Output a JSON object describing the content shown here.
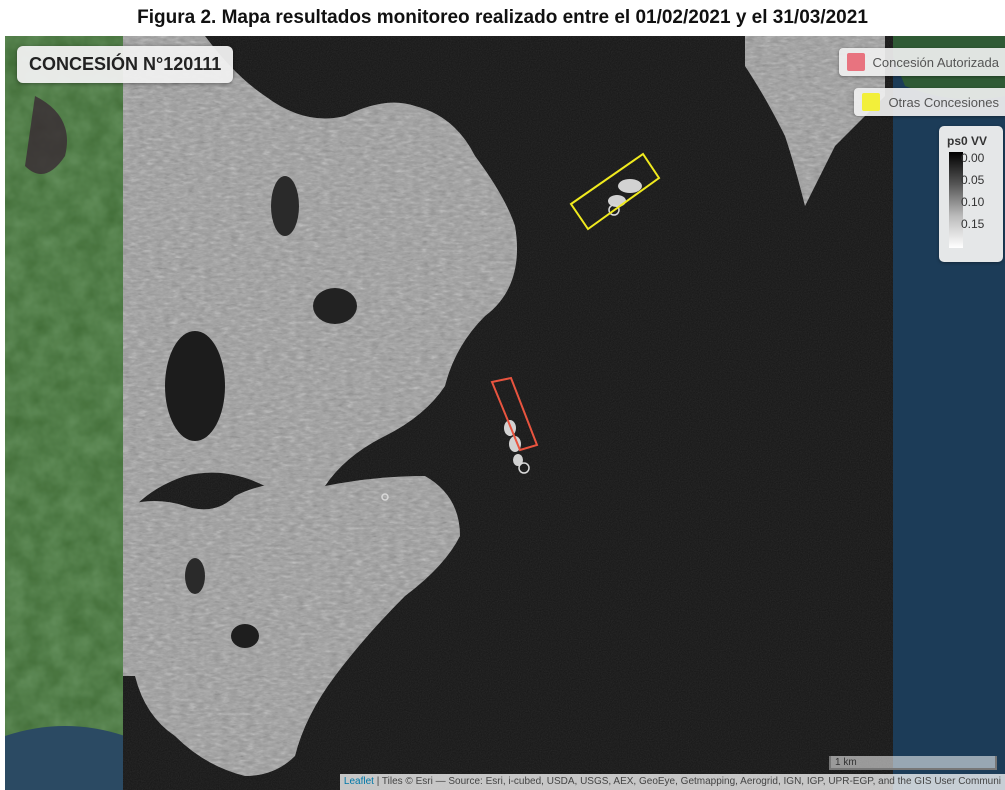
{
  "figure": {
    "title": "Figura 2. Mapa resultados monitoreo realizado entre el 01/02/2021 y el 31/03/2021"
  },
  "map": {
    "concession_label": "CONCESIÓN N°120111",
    "legend": {
      "authorized": {
        "label": "Concesión Autorizada",
        "color": "#e8737f"
      },
      "others": {
        "label": "Otras Concesiones",
        "color": "#f2ef3a"
      }
    },
    "colorbar": {
      "title": "ps0 VV",
      "ticks": [
        "0.00",
        "0.05",
        "0.10",
        "0.15"
      ]
    },
    "scale": {
      "label": "1 km"
    },
    "attribution": {
      "link": "Leaflet",
      "text": " | Tiles © Esri — Source: Esri, i-cubed, USDA, USGS, AEX, GeoEye, Getmapping, Aerogrid, IGN, IGP, UPR-EGP, and the GIS User Communi"
    },
    "colors": {
      "authorized_outline": "#e8543f",
      "others_outline": "#f0ea1e",
      "water": "#141414"
    }
  }
}
